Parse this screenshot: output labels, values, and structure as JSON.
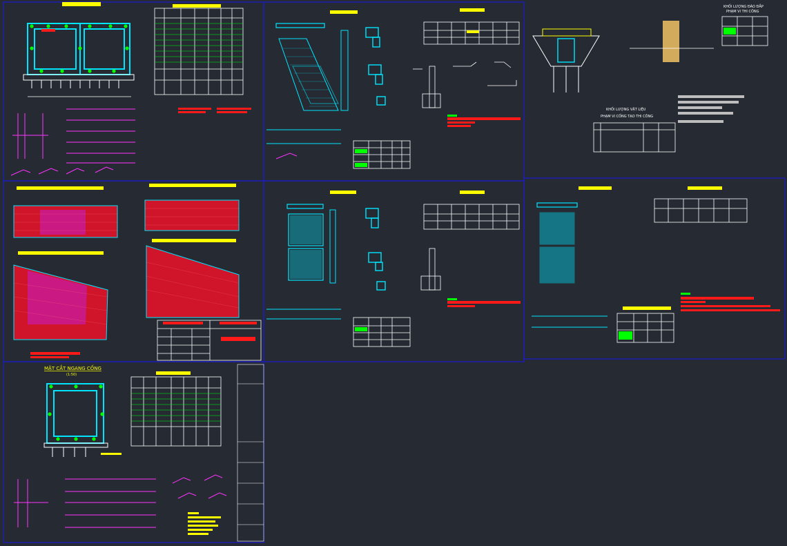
{
  "drawing": {
    "colors": {
      "background": "#262b33",
      "frame": "#1b1bd0",
      "structure": "#00e5ff",
      "title_bar": "#ffff00",
      "annotation_red": "#ff1a1a",
      "note_green": "#00ff00",
      "dimension": "#ffffff",
      "rebar_magenta": "#ff33ff",
      "table_grid": "#ffffff",
      "gray_notes": "#bdbdbd"
    },
    "labels": {
      "culvert_section_title": "MẶT CẮT NGANG CỐNG",
      "culvert_section_scale": "(1:50)",
      "excavation_title_1": "KHỐI LƯỢNG ĐÀO ĐẮP",
      "excavation_title_2": "PHẠM VI THI CÔNG",
      "material_title_1": "KHỐI LƯỢNG VẬT LIỆU",
      "material_title_2": "PHẠM VI CỐNG TẠO THI CÔNG"
    }
  }
}
